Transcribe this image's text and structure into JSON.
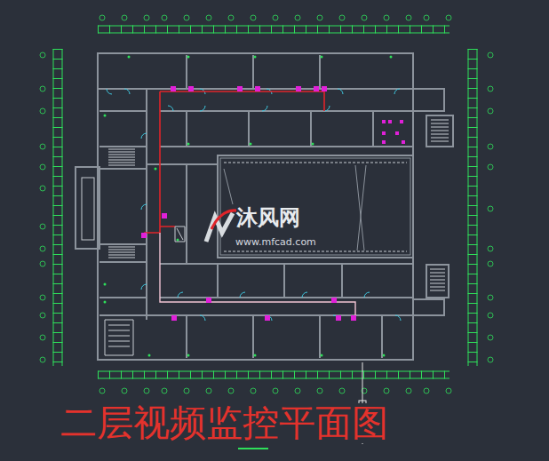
{
  "diagram": {
    "title": "二层视频监控平面图",
    "labels": [
      "沐风网",
      "www.mfcad.com"
    ]
  }
}
